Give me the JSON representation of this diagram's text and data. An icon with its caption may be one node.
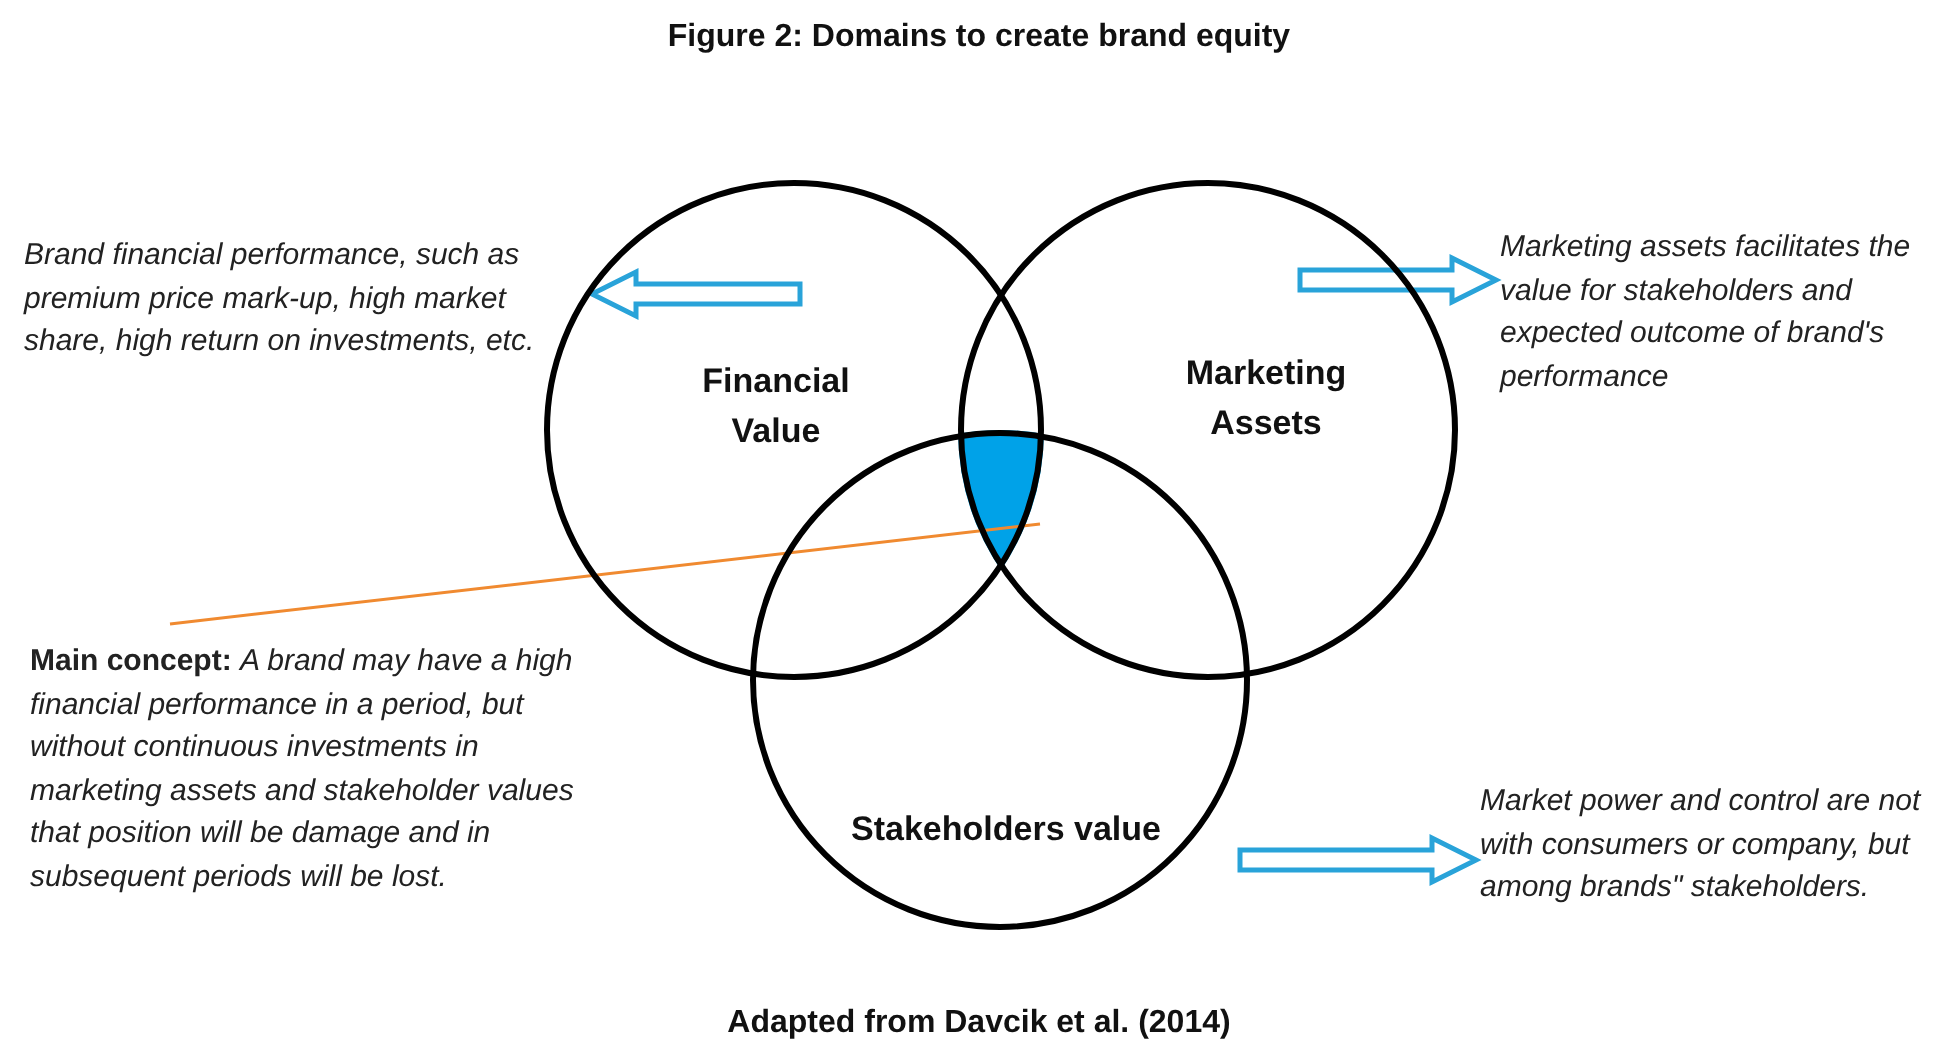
{
  "diagram": {
    "title": "Figure 2: Domains to create brand equity",
    "caption": "Adapted from Davcik et al. (2014)",
    "nodes": [
      {
        "text": [
          "Financial Value"
        ]
      },
      {
        "text": [
          "Marketing Assets"
        ]
      },
      {
        "text": [
          "Stakeholders value"
        ]
      },
      {
        "text": [
          "Brand financial performance, such as premium price mark-up, high market share, high return on investments, etc."
        ]
      },
      {
        "text": [
          "Marketing assets facilitates the value for stakeholders and expected outcome of brand's  performance"
        ]
      },
      {
        "text": [
          "Market power and control are not with consumers or company, but among brands\" stakeholders."
        ]
      },
      {
        "text": [
          "**Main concept:** *A brand may have a high financial performance in a period, but without continuous investments in marketing assets and stakeholder values that position will be damage and in subsequent periods will be lost.*"
        ]
      },
      {
        "text": [],
        "shape": "triangle"
      }
    ],
    "edges": [
      {
        "from": 0,
        "to": 3,
        "arrow": "to",
        "color": "#29a3d9"
      },
      {
        "from": 1,
        "to": 4,
        "arrow": "to",
        "color": "#29a3d9"
      },
      {
        "from": 2,
        "to": 5,
        "arrow": "to",
        "color": "#29a3d9"
      },
      {
        "from": 6,
        "to": 7,
        "arrow": "none",
        "color": "#f08a30"
      }
    ]
  }
}
